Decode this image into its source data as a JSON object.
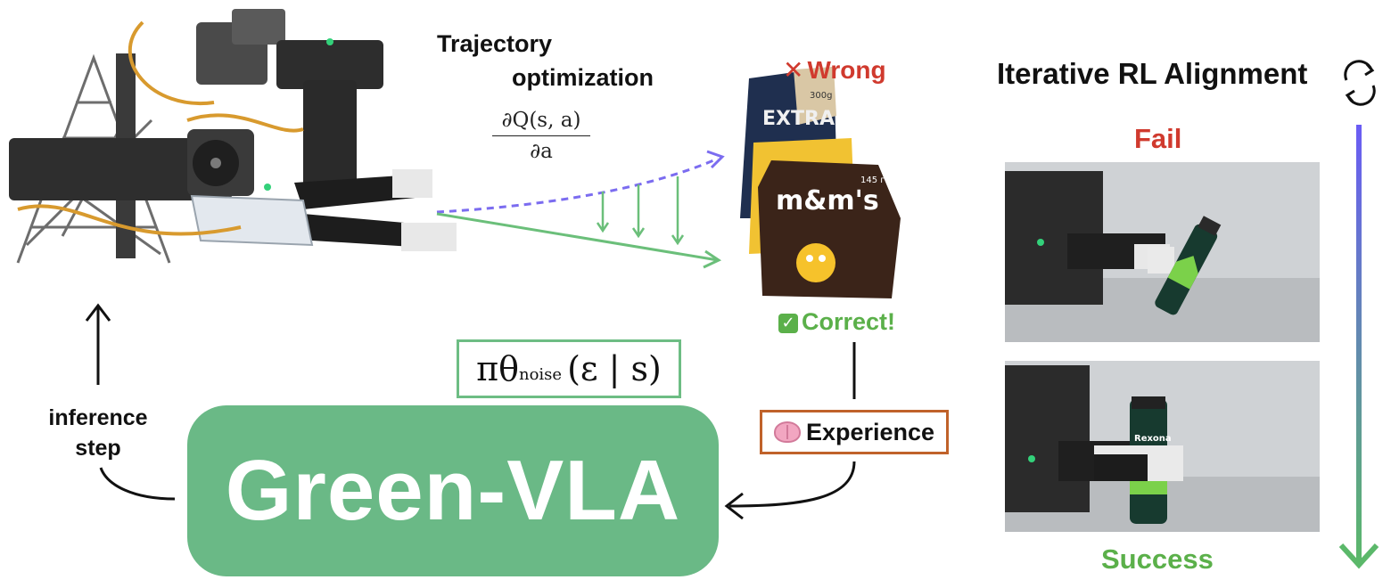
{
  "trajectory": {
    "title_line1": "Trajectory",
    "title_line2": "optimization",
    "gradient_numerator": "∂Q(s, a)",
    "gradient_denominator": "∂a"
  },
  "labels": {
    "wrong": "Wrong",
    "correct": "Correct!",
    "experience": "Experience",
    "inference_line1": "inference",
    "inference_line2": "step"
  },
  "policy": {
    "pi": "π",
    "theta": "θ",
    "sub": "noise",
    "args": "(ε | s)"
  },
  "model": {
    "name": "Green-VLA"
  },
  "rl": {
    "title": "Iterative RL Alignment",
    "fail": "Fail",
    "success": "Success"
  },
  "snacks": {
    "bag1_text": "EXTRA",
    "bag1_weight": "300g",
    "bag3_text": "m&m's",
    "bag3_weight": "145 г"
  },
  "bottle_brand": "Rexona",
  "colors": {
    "green_box": "#6ab986",
    "green_text": "#5bb04a",
    "red_text": "#d03a2e",
    "dashed_arrow": "#7b6cf0",
    "experience_border": "#c0622a",
    "rl_arrow_top": "#6a5cf5",
    "rl_arrow_bottom": "#5bb86a"
  },
  "icons": [
    "cycle-icon",
    "check-icon",
    "cross-icon",
    "brain-icon"
  ]
}
